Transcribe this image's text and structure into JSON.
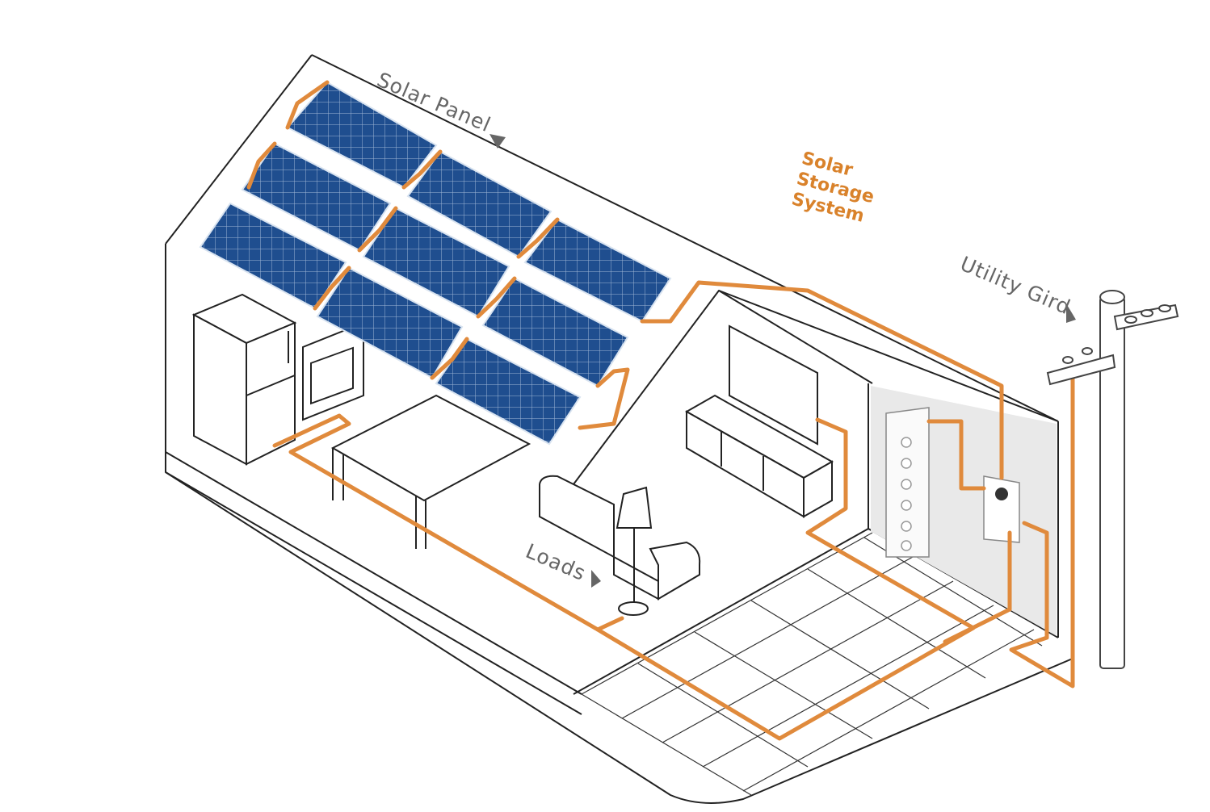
{
  "labels": {
    "solar_panel": "Solar Panel",
    "solar_storage_line1": "Solar",
    "solar_storage_line2": "Storage",
    "solar_storage_line3": "System",
    "utility_grid": "Utility Gird",
    "loads": "Loads"
  },
  "colors": {
    "wire": "#e08a3c",
    "panel": "#1f4e8f",
    "panel_grid": "#9fb6d6",
    "outline": "#222222",
    "label_text": "#666666",
    "storage_label": "#d9822b",
    "wall_shade": "#e9e9e9"
  },
  "icons": {
    "pointer": "triangle-pointer-icon"
  }
}
